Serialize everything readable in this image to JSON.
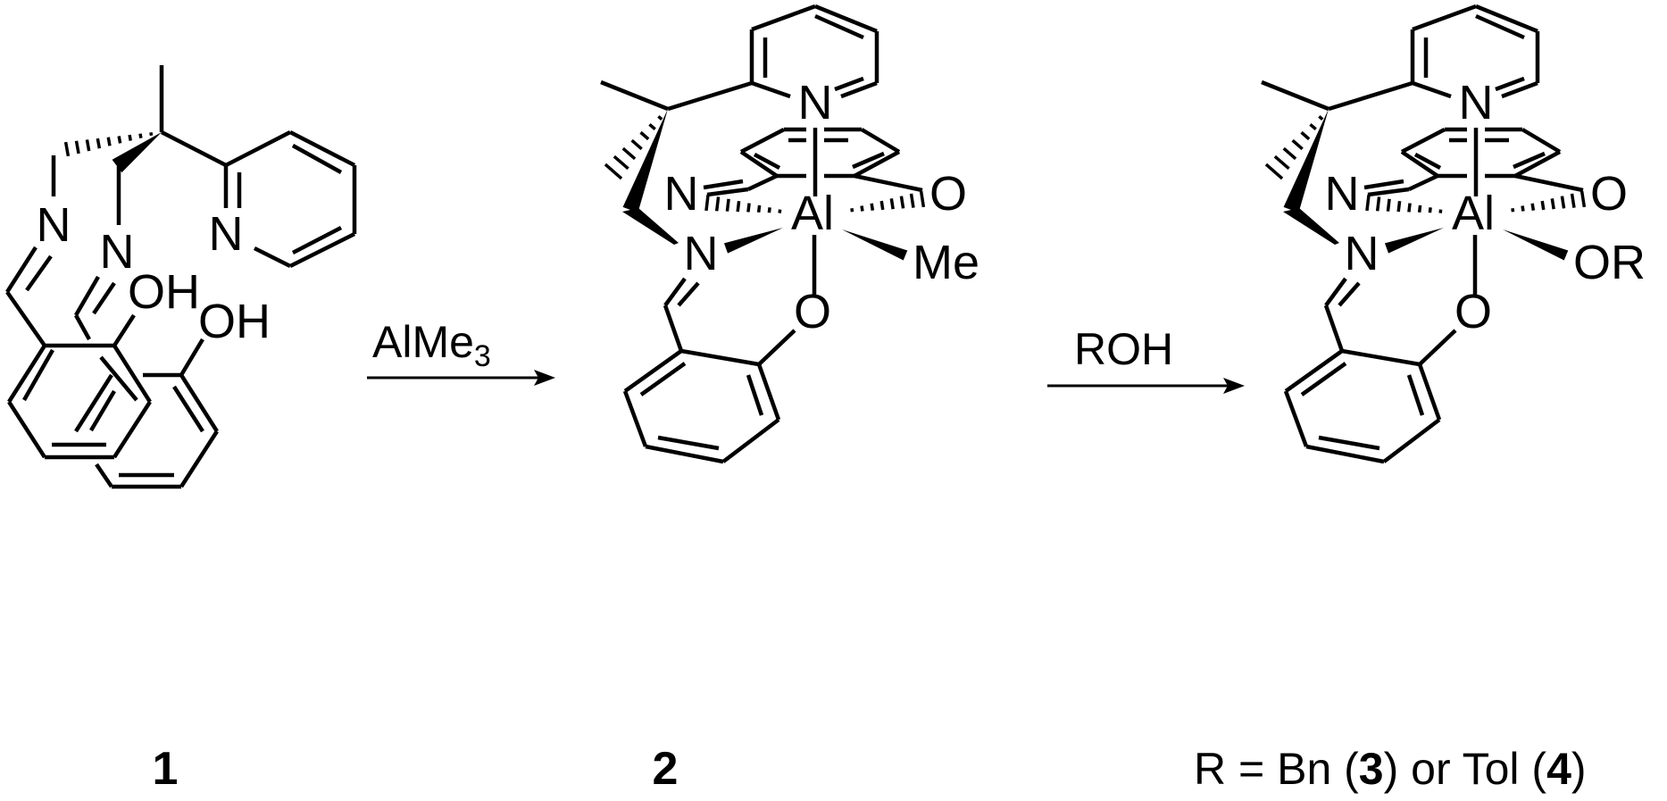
{
  "compounds": [
    {
      "number": "1",
      "labels": {
        "n_a": "N",
        "n_b": "N",
        "n_py": "N",
        "oh_a": "OH",
        "oh_b": "OH"
      }
    },
    {
      "number": "2",
      "labels": {
        "n_py": "N",
        "n_imine": "N",
        "n_amine": "N",
        "al": "Al",
        "o_top": "O",
        "o_bottom": "O",
        "ligand": "Me"
      }
    },
    {
      "number": "",
      "labels": {
        "n_py": "N",
        "n_imine": "N",
        "n_amine": "N",
        "al": "Al",
        "o_top": "O",
        "o_bottom": "O",
        "ligand": "OR"
      }
    }
  ],
  "arrows": [
    {
      "reagent": "AlMe",
      "reagent_sub": "3"
    },
    {
      "reagent": "ROH"
    }
  ],
  "footnote": {
    "prefix": "R = Bn (",
    "n1": "3",
    "mid": ") or Tol (",
    "n2": "4",
    "suffix": ")"
  },
  "colors": {
    "ink": "#000000",
    "background": "#ffffff"
  }
}
